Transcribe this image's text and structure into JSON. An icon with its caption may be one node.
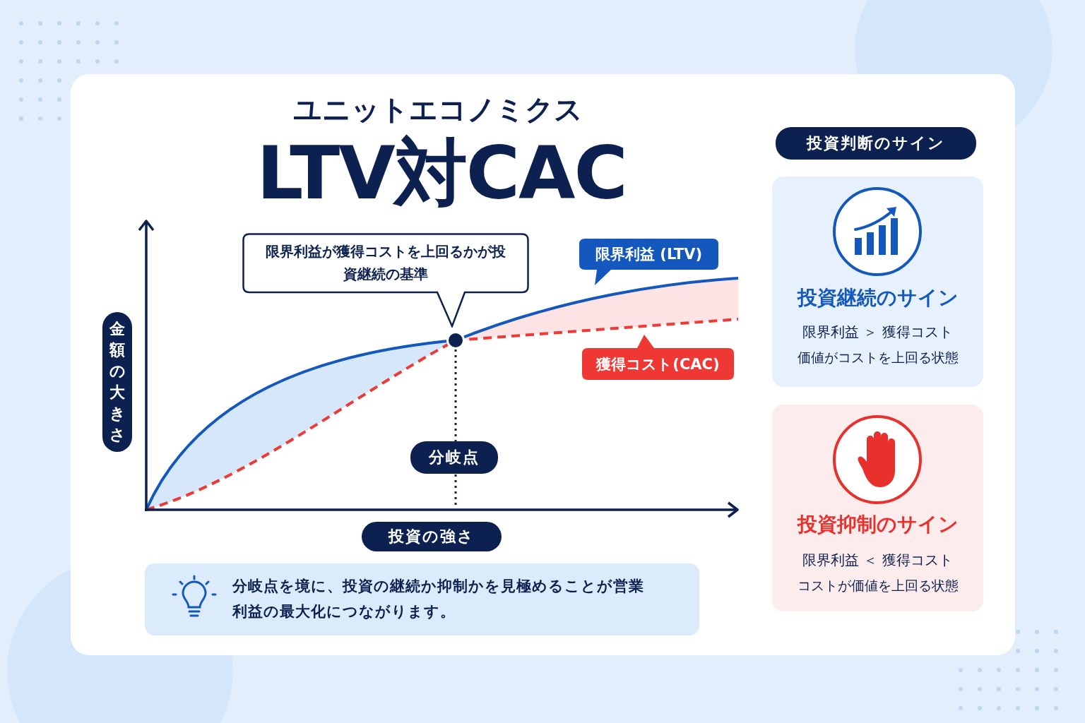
{
  "diagram": {
    "title": "LTV対CAC",
    "nodes": [
      {
        "text": [
          "限界利益が獲得コストを上回るかが投資継続の基準"
        ]
      },
      {
        "text": [
          "限界利益 (LTV)"
        ]
      },
      {
        "text": [
          "獲得コスト(CAC)"
        ]
      },
      {
        "text": [],
        "shape": "circle"
      },
      {
        "text": [
          "分岐点"
        ]
      },
      {
        "text": [
          "金額の大きさ"
        ]
      },
      {
        "text": [
          "投資の強さ"
        ]
      },
      {
        "text": [
          "分岐点を境に、投資の継続か抑制かを見極めることが営業利益の最大化につながります。"
        ]
      },
      {
        "text": [
          "投資判断のサイン"
        ]
      },
      {
        "text": [
          "投資継続のサイン",
          "限界利益 ＞ 獲得コスト",
          "価値がコストを上回る状態"
        ]
      },
      {
        "text": [
          "投資抑制のサイン",
          "限界利益 ＜ 獲得コスト",
          "コストが価値を上回る状態"
        ]
      }
    ],
    "edges": [
      {
        "from": 3,
        "to": 4,
        "arrow": "none",
        "style": "dashed"
      }
    ],
    "labels": [
      "ユニットエコノミクス"
    ]
  }
}
